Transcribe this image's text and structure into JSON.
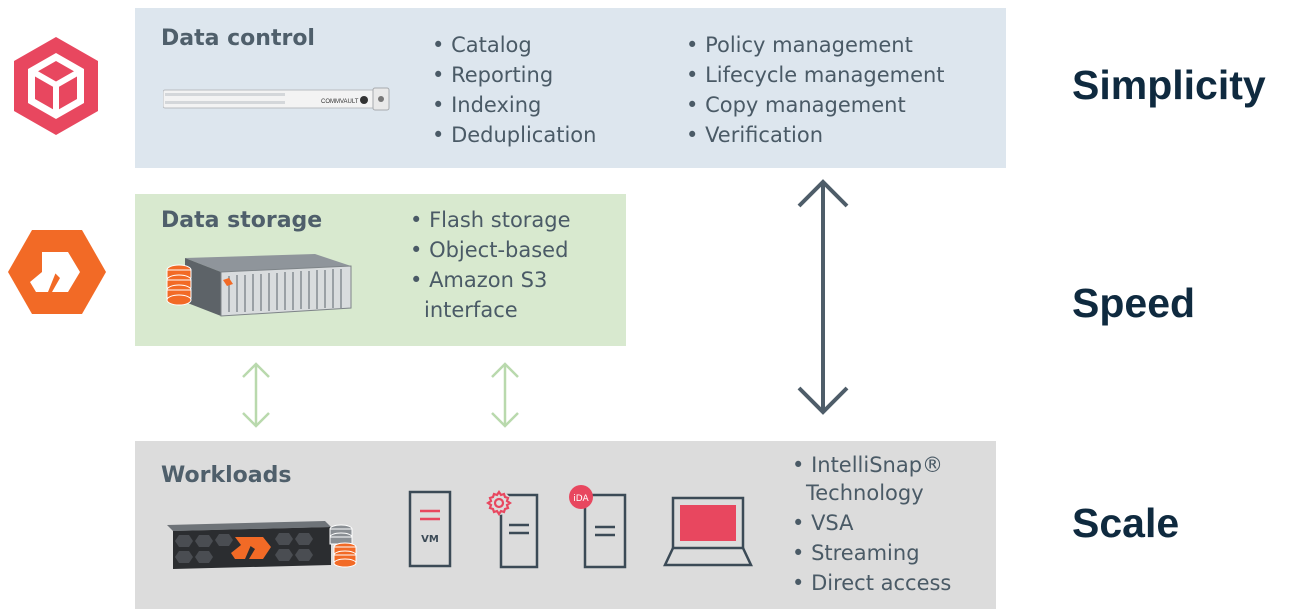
{
  "control": {
    "title": "Data control",
    "device_label": "COMMVAULT",
    "bullets_left": [
      "Catalog",
      "Reporting",
      "Indexing",
      "Deduplication"
    ],
    "bullets_right": [
      "Policy management",
      "Lifecycle management",
      "Copy management",
      "Verification"
    ]
  },
  "storage": {
    "title": "Data storage",
    "bullets": [
      "Flash storage",
      "Object-based",
      "Amazon S3",
      "interface"
    ]
  },
  "workloads": {
    "title": "Workloads",
    "vm_label": "VM",
    "ida_label": "iDA",
    "bullets": [
      "IntelliSnap®",
      "Technology",
      "VSA",
      "Streaming",
      "Direct access"
    ]
  },
  "taglines": [
    "Simplicity",
    "Speed",
    "Scale"
  ],
  "colors": {
    "control_bg": "#dde6ee",
    "storage_bg": "#d8e9cf",
    "workloads_bg": "#dcdcdc",
    "commvault_logo": "#e8475f",
    "pure_logo": "#f26a26",
    "green_arrow": "#b9d9ad",
    "dark_arrow": "#4e5d69",
    "tagline": "#0f2a3f"
  }
}
